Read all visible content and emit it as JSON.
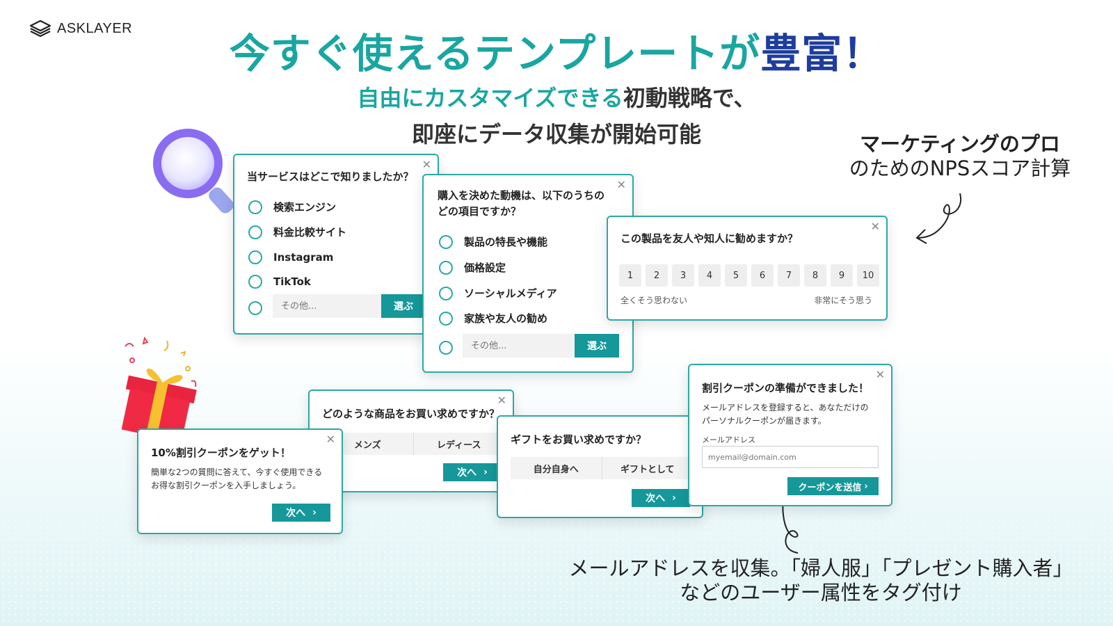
{
  "brand": {
    "name": "ASKLAYER"
  },
  "headline": {
    "main": "今すぐ使えるテンプレートが",
    "accent": "豊富！"
  },
  "subheadline": {
    "line1_teal": "自由にカスタマイズできる",
    "line1_rest": "初動戦略で、",
    "line2": "即座にデータ収集が開始可能"
  },
  "callouts": {
    "nps_bold": "マーケティングのプロ",
    "nps_rest": "のためのNPSスコア計算",
    "email_line1": "メールアドレスを収集。「婦人服」「プレゼント購入者」",
    "email_line2": "などのユーザー属性をタグ付け"
  },
  "survey1": {
    "question": "当サービスはどこで知りましたか？",
    "options": [
      "検索エンジン",
      "料金比較サイト",
      "Instagram",
      "TikTok"
    ],
    "other_placeholder": "その他...",
    "submit": "選ぶ"
  },
  "survey2": {
    "question_line1": "購入を決めた動機は、以下のうちの",
    "question_line2": "どの項目ですか？",
    "options": [
      "製品の特長や機能",
      "価格設定",
      "ソーシャルメディア",
      "家族や友人の勧め"
    ],
    "other_placeholder": "その他...",
    "submit": "選ぶ"
  },
  "nps": {
    "question": "この製品を友人や知人に勧めますか？",
    "scale": [
      "1",
      "2",
      "3",
      "4",
      "5",
      "6",
      "7",
      "8",
      "9",
      "10"
    ],
    "low_label": "全くそう思わない",
    "high_label": "非常にそう思う"
  },
  "coupon10": {
    "title": "10%割引クーポンをゲット！",
    "desc_line1": "簡単な2つの質問に答えて、今すぐ使用できる",
    "desc_line2": "お得な割引クーポンを入手しましょう。",
    "next": "次へ"
  },
  "products": {
    "question": "どのような商品をお買い求めですか？",
    "options": [
      "メンズ",
      "レディース"
    ],
    "next": "次へ"
  },
  "gift": {
    "question": "ギフトをお買い求めですか？",
    "options": [
      "自分自身へ",
      "ギフトとして"
    ],
    "next": "次へ"
  },
  "email_coupon": {
    "title": "割引クーポンの準備ができました！",
    "desc_line1": "メールアドレスを登録すると、あなただけの",
    "desc_line2": "パーソナルクーポンが届きます。",
    "email_label": "メールアドレス",
    "email_placeholder": "myemail@domain.com",
    "submit": "クーポンを送信"
  },
  "icons": {
    "close": "close-icon",
    "chevron": "chevron-right-icon",
    "logo": "layers-logo-icon",
    "magnifier": "magnifier-illustration",
    "gift": "gift-box-illustration"
  },
  "colors": {
    "teal": "#1aa6a0",
    "navy": "#1e3d9c",
    "button": "#16989a",
    "border": "#2aa9a6"
  }
}
